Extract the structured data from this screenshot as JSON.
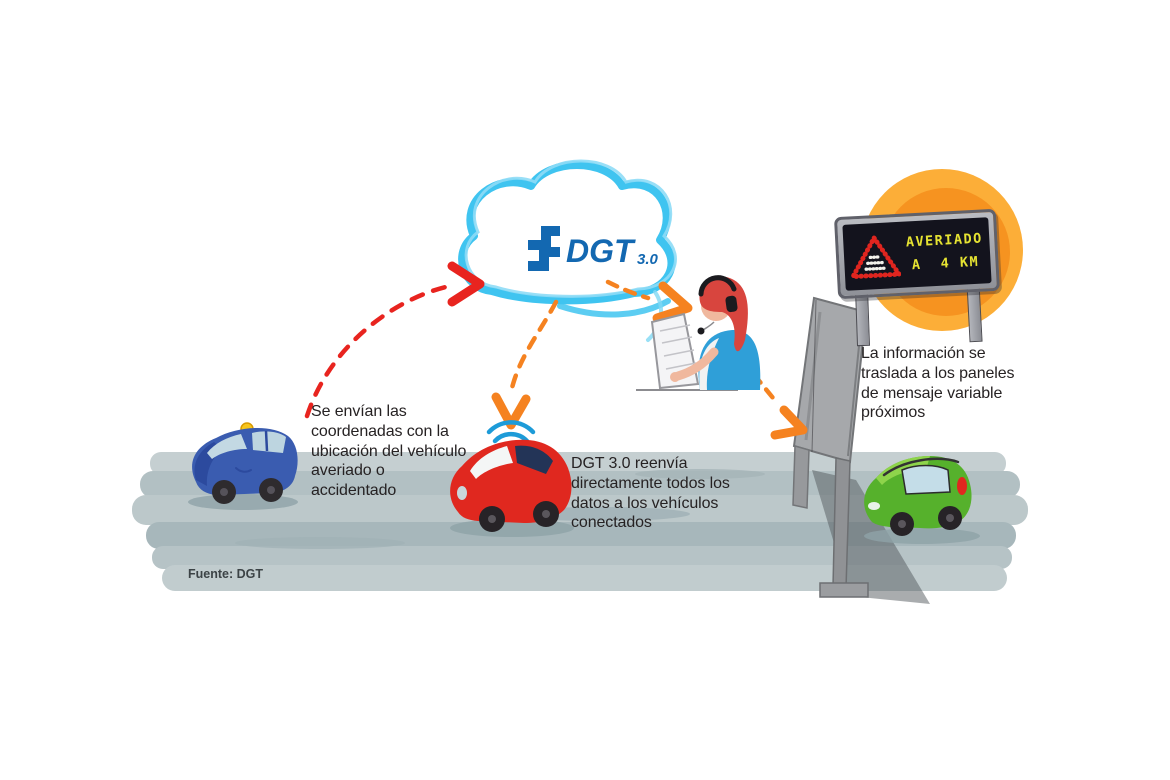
{
  "cloud": {
    "logo_text": "DGT",
    "logo_version": "3.0"
  },
  "annotations": {
    "left": "Se envían las coordenadas con la ubicación del vehículo averiado o accidentado",
    "center": "DGT 3.0 reenvía directamente todos los datos a los vehículos conectados",
    "right": "La información se traslada a los paneles de mensaje variable próximos"
  },
  "sign": {
    "line1": "AVERIADO",
    "line2": "A  4 KM"
  },
  "source_label": "Fuente: DGT",
  "icons": {
    "cloud": "cloud-outline-sketch",
    "wifi": "wifi-waves",
    "warning_triangle": "led-warning-triangle",
    "headset": "operator-headset"
  },
  "colors": {
    "cloud_blue": "#3fc4f0",
    "dgt_blue": "#1368b1",
    "arrow_red": "#e8241f",
    "arrow_orange": "#f58220",
    "wifi_blue": "#1d9bd8",
    "led_yellow": "#e6e332",
    "led_red": "#e0251f",
    "blob_orange": "#f7941e",
    "road_gray": "#b2c0c3",
    "car_blue": "#3a5cb0",
    "car_red": "#e0281f",
    "car_green": "#56b12c"
  }
}
